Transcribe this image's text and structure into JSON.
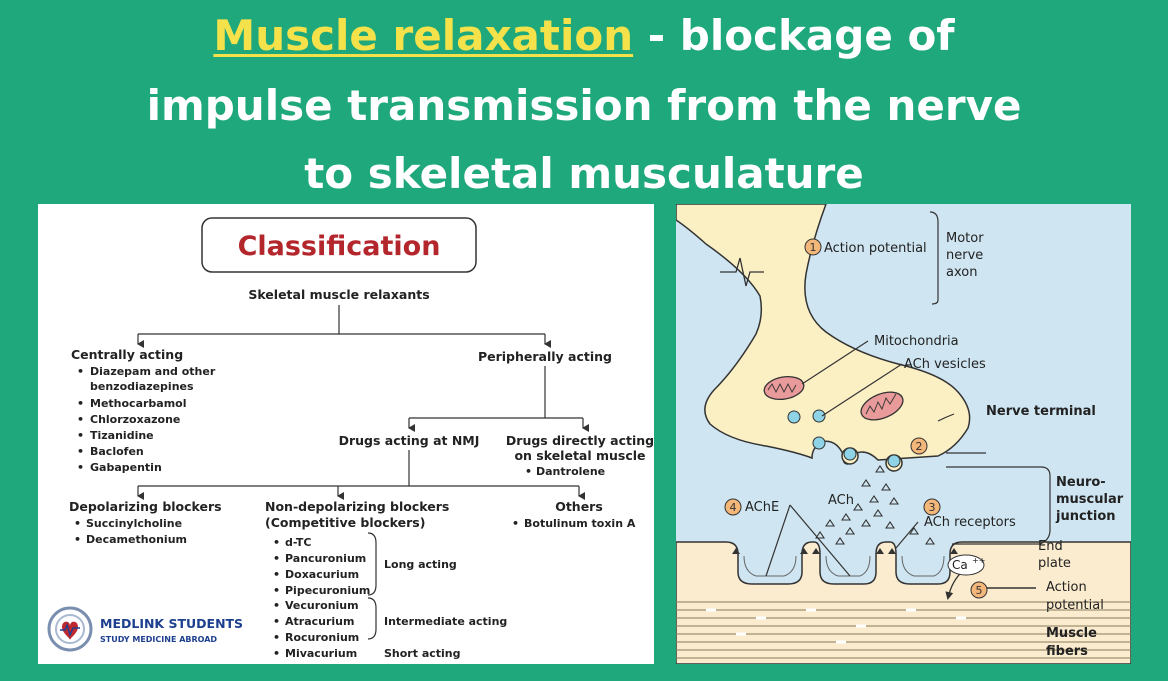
{
  "title": {
    "highlight": "Muscle relaxation",
    "line1_rest": " - blockage of",
    "line2": "impulse transmission from the nerve",
    "line3": "to skeletal musculature"
  },
  "classification": {
    "heading": "Classification",
    "root": "Skeletal muscle relaxants",
    "central": {
      "label": "Centrally acting",
      "items": [
        "Diazepam and other",
        "benzodiazepines",
        "Methocarbamol",
        "Chlorzoxazone",
        "Tizanidine",
        "Baclofen",
        "Gabapentin"
      ]
    },
    "peripheral": {
      "label": "Peripherally acting"
    },
    "nmj": {
      "label": "Drugs acting at NMJ"
    },
    "direct": {
      "label_line1": "Drugs directly acting",
      "label_line2": "on skeletal muscle",
      "items": [
        "Dantrolene"
      ]
    },
    "depolarizing": {
      "label": "Depolarizing blockers",
      "items": [
        "Succinylcholine",
        "Decamethonium"
      ]
    },
    "nondepolarizing": {
      "label_line1": "Non-depolarizing blockers",
      "label_line2": "(Competitive blockers)",
      "items": [
        "d-TC",
        "Pancuronium",
        "Doxacurium",
        "Pipecuronium",
        "Vecuronium",
        "Atracurium",
        "Rocuronium",
        "Mivacurium"
      ],
      "groups": [
        "Long acting",
        "Intermediate acting",
        "Short acting"
      ]
    },
    "others": {
      "label": "Others",
      "items": [
        "Botulinum toxin A"
      ]
    }
  },
  "logo": {
    "name": "MEDLINK STUDENTS",
    "tagline": "STUDY MEDICINE ABROAD"
  },
  "nmj_diagram": {
    "labels": {
      "action_potential": "Action potential",
      "motor_nerve_axon": [
        "Motor",
        "nerve",
        "axon"
      ],
      "mitochondria": "Mitochondria",
      "ach_vesicles": "ACh vesicles",
      "nerve_terminal": "Nerve terminal",
      "ache": "AChE",
      "ach": "ACh",
      "ach_receptors": "ACh receptors",
      "nmj": [
        "Neuro-",
        "muscular",
        "junction"
      ],
      "end_plate": [
        "End",
        "plate"
      ],
      "action_potential_muscle": [
        "Action",
        "potential"
      ],
      "ca": "Ca",
      "ca_sup": "++",
      "muscle_fibers": [
        "Muscle",
        "fibers"
      ]
    },
    "step_numbers": [
      "1",
      "2",
      "3",
      "4",
      "5"
    ]
  },
  "colors": {
    "background": "#1fa87c",
    "highlight": "#f5e24b",
    "classification_title": "#b3262b",
    "nerve": "#fbefc4",
    "cleft": "#cfe6f2",
    "step_badge": "#f4b77a"
  }
}
